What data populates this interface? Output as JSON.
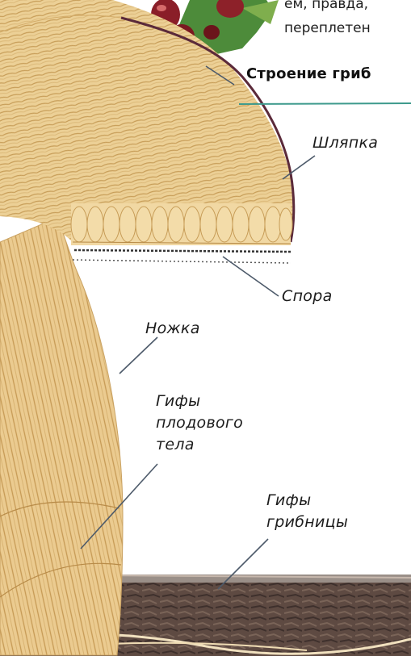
{
  "intro_text": {
    "line_1": "ем, правда,",
    "line_2": "переплетен"
  },
  "heading": "Строение гриб",
  "labels": {
    "cap": "Шляпка",
    "spore": "Спора",
    "stem": "Ножка",
    "fruiting_body_hyphae": [
      "Гифы",
      "плодового",
      "тела"
    ],
    "mycelium_hyphae": [
      "Гифы",
      "грибницы"
    ]
  },
  "colors": {
    "mushroom_fill": "#e9c98d",
    "hyphae_stroke": "#c79d58",
    "spore_cells": "#f1d8a3",
    "cap_outline": "#5b2a3a",
    "divider_line": "#3d9a8c",
    "soil": "#5e4a42",
    "leader_line": "#4d5a6a"
  }
}
